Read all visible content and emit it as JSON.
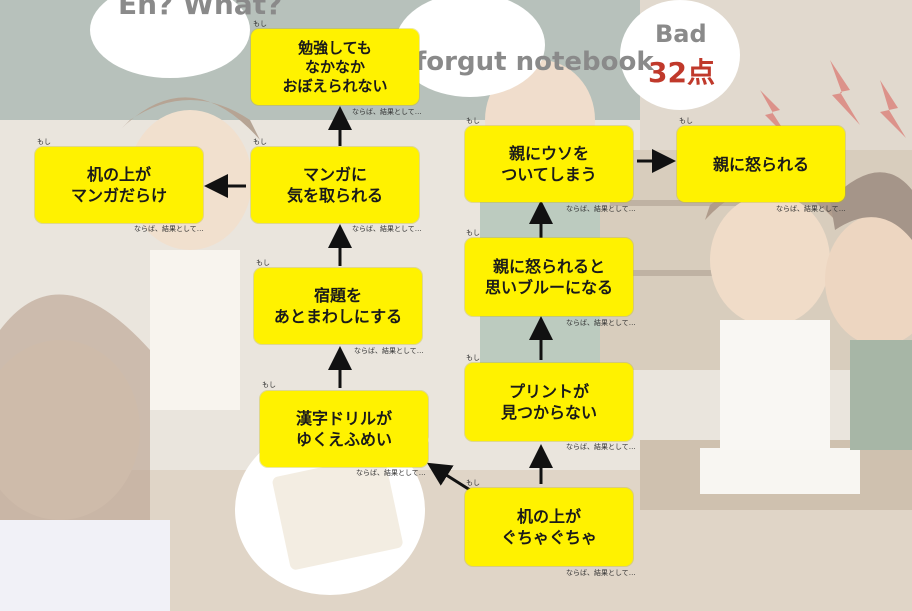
{
  "background": {
    "bubble_what": "Eh? What?",
    "bubble_notebook": "forgut notebook",
    "bubble_bad": "Bad",
    "bubble_score": "32点"
  },
  "tags": {
    "if": "もし",
    "then": "ならば、結果として…"
  },
  "nodes": {
    "desk_messy": "机の上が\nぐちゃぐちゃ",
    "drill_missing": "漢字ドリルが\nゆくえふめい",
    "homework_later": "宿題を\nあとまわしにする",
    "distracted_manga": "マンガに\n気を取られる",
    "desk_manga": "机の上が\nマンガだらけ",
    "cant_memorize": "勉強しても\nなかなか\nおぼえられない",
    "print_missing": "プリントが\n見つからない",
    "feel_blue": "親に怒られると\n思いブルーになる",
    "lie_to_parents": "親にウソを\nついてしまう",
    "scolded": "親に怒られる"
  },
  "colors": {
    "node_fill": "#fff200",
    "arrow": "#111111"
  }
}
